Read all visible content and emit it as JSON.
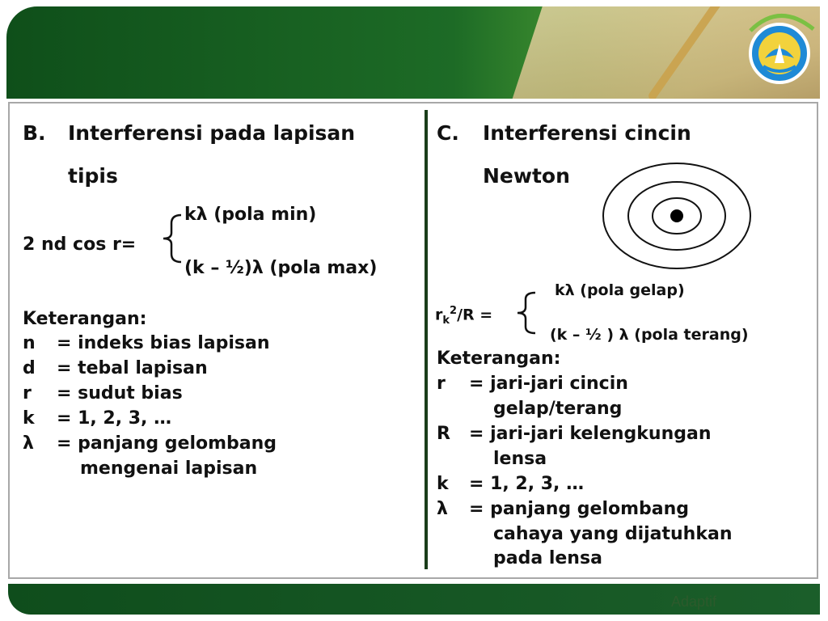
{
  "footer": {
    "label": "Adaptif"
  },
  "left": {
    "heading": {
      "letter": "B.",
      "line1": "Interferensi pada lapisan",
      "line2": "tipis"
    },
    "formula": {
      "lhs": "2 nd cos r=",
      "case_min": "kλ (pola min)",
      "case_max": "(k – ½)λ (pola max)"
    },
    "keterangan_title": "Keterangan:",
    "items": [
      {
        "sym": "n",
        "desc": "= indeks bias lapisan"
      },
      {
        "sym": "d",
        "desc": "= tebal lapisan"
      },
      {
        "sym": "r",
        "desc": "= sudut bias"
      },
      {
        "sym": "k",
        "desc": "= 1, 2, 3, …"
      },
      {
        "sym": "λ",
        "desc": "= panjang gelombang",
        "cont": "mengenai lapisan"
      }
    ]
  },
  "right": {
    "heading": {
      "letter": "C.",
      "line1": "Interferensi cincin",
      "line2": "Newton"
    },
    "formula": {
      "lhs_r": "r",
      "lhs_sub": "k",
      "lhs_sup": "2",
      "lhs_rest": "/R =",
      "case_dark": "kλ (pola gelap)",
      "case_bright": "(k – ½ ) λ (pola terang)"
    },
    "keterangan_title": "Keterangan:",
    "items": [
      {
        "sym": "r",
        "desc": "= jari-jari cincin",
        "cont": "gelap/terang"
      },
      {
        "sym": "R",
        "desc": "= jari-jari kelengkungan",
        "cont": "lensa"
      },
      {
        "sym": "k",
        "desc": "= 1, 2, 3, …"
      },
      {
        "sym": "λ",
        "desc": "= panjang gelombang",
        "cont": "cahaya yang dijatuhkan",
        "cont2": "pada lensa"
      }
    ]
  }
}
